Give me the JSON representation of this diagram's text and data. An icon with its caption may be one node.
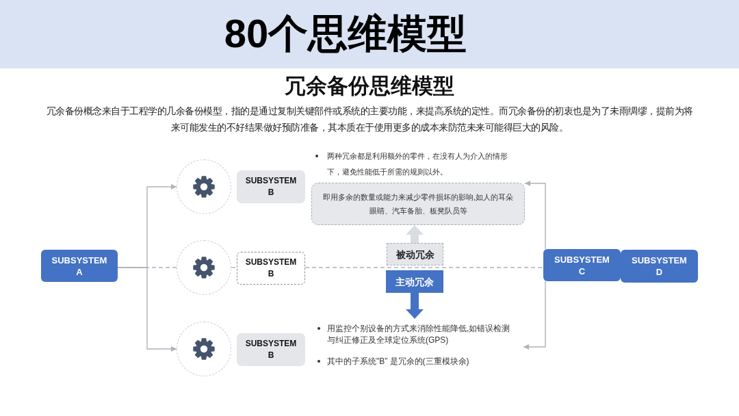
{
  "diagram": {
    "title": "80个思维模型",
    "nodes": [
      {
        "text": [
          "SUBSYSTEM A"
        ]
      },
      {
        "text": [],
        "shape": "circle"
      },
      {
        "text": [
          "SUBSYSTEM B"
        ]
      },
      {
        "text": [],
        "shape": "circle"
      },
      {
        "text": [
          "SUBSYSTEM B"
        ]
      },
      {
        "text": [],
        "shape": "circle"
      },
      {
        "text": [
          "SUBSYSTEM B"
        ]
      },
      {
        "text": [
          "即用多余的数量或能力来减少零件损坏的影响,如人的耳朵眼睛、汽车备胎、板凳队员等"
        ]
      },
      {
        "text": [
          "被动冗余"
        ]
      },
      {
        "text": [
          "主动冗余"
        ]
      },
      {
        "text": [
          "SUBSYSTEM C"
        ]
      },
      {
        "text": [
          "SUBSYSTEM D"
        ]
      },
      {
        "text": [
          "用监控个别设备的方式来消除性能降低,如错误检测与纠正修正及全球定位系统(GPS)",
          "其中的子系统\"B” 是冗余的(三重模块余)"
        ]
      }
    ],
    "edges": [
      {
        "from": 0,
        "to": 1,
        "arrow": "to"
      },
      {
        "from": 0,
        "to": 3,
        "arrow": "none",
        "style": "dashed"
      },
      {
        "from": 0,
        "to": 5,
        "arrow": "to"
      },
      {
        "from": 3,
        "to": 4,
        "arrow": "none",
        "style": "dashed"
      },
      {
        "from": 4,
        "to": 10,
        "arrow": "none",
        "style": "dashed"
      },
      {
        "from": 10,
        "to": 7,
        "arrow": "to"
      },
      {
        "from": 10,
        "to": 12,
        "arrow": "to"
      },
      {
        "from": 8,
        "to": 7,
        "arrow": "to",
        "style": "thick",
        "color": "#d9dce1"
      },
      {
        "from": 9,
        "to": 12,
        "arrow": "to",
        "style": "thick",
        "color": "#4472c4"
      }
    ],
    "labels": [
      "冗余备份思维模型",
      "冗余备份概念来自于工程学的几余备份模型，指的是通过复制关键部件或系统的主要功能，来提高系统的定性。而冗余备份的初衷也是为了未雨绸缪，提前为将来可能发生的不好结果做好预防准备，其本质在于使用更多的成本来防范未来可能得巨大的风险。",
      "两种冗余都是利用额外的零件，在没有人为介入的情形下，避免性能低于所需的规则以外。"
    ]
  }
}
